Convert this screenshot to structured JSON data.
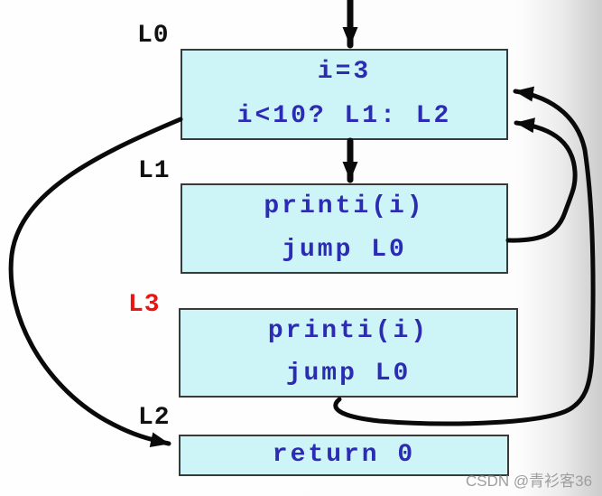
{
  "diagram": {
    "type": "control-flow-graph",
    "blocks": [
      {
        "id": "L0",
        "label": "L0",
        "lines": [
          "i=3",
          "i<10? L1: L2"
        ]
      },
      {
        "id": "L1",
        "label": "L1",
        "lines": [
          "printi(i)",
          "jump L0"
        ]
      },
      {
        "id": "L3",
        "label": "L3",
        "lines": [
          "printi(i)",
          "jump L0"
        ]
      },
      {
        "id": "L2",
        "label": "L2",
        "lines": [
          "return 0"
        ]
      }
    ],
    "edges": [
      {
        "from": "entry",
        "to": "L0"
      },
      {
        "from": "L0",
        "to": "L1"
      },
      {
        "from": "L1",
        "to": "L0"
      },
      {
        "from": "L3",
        "to": "L0"
      },
      {
        "from": "L0",
        "to": "L2"
      }
    ],
    "colors": {
      "block_fill": "#cdf4f6",
      "block_border": "#3a3a3a",
      "code_text": "#2b2bb4",
      "label_text": "#111111",
      "label_red": "#ee1212",
      "arrow": "#0a0a0a"
    }
  },
  "watermark": {
    "text": "CSDN @青衫客36",
    "color": "#9e9e9e"
  }
}
